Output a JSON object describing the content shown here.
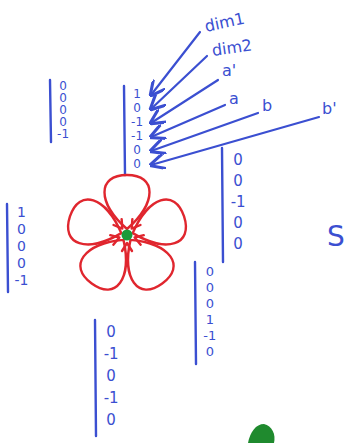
{
  "diagram": {
    "labels": [
      "dim1",
      "dim2",
      "a'",
      "a",
      "b",
      "b'",
      "0 0 0 0 -1",
      "1 0 -1 -1 0 0",
      "0 0 -1 0 0",
      "S",
      "1 0 0 0 -1",
      "0 0 0 1 -1 0",
      "0 -1 0 -1 0"
    ]
  }
}
